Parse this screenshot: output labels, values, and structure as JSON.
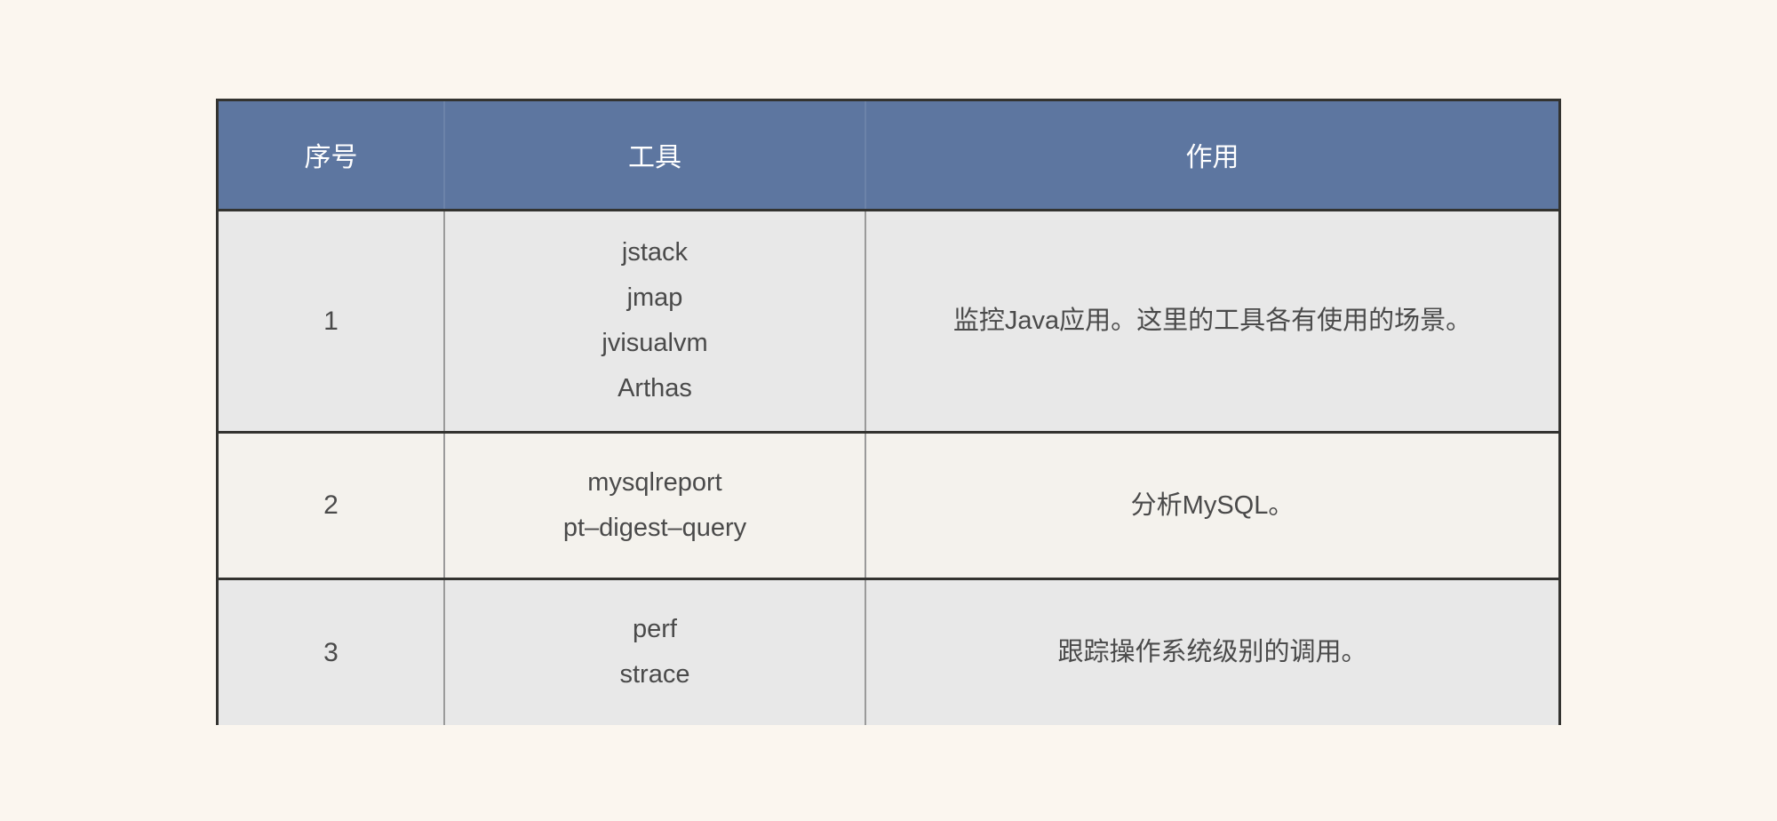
{
  "page": {
    "background_color": "#fbf6ef",
    "header_color": "#5d76a0",
    "header_text_color": "#ffffff",
    "body_text_color": "#4a4a4a",
    "row_shade_a": "#e8e8e8",
    "row_shade_b": "#f4f2ed",
    "border_color": "#333330",
    "inner_divider_color": "#9a9a9a"
  },
  "table": {
    "columns": [
      {
        "key": "index",
        "label": "序号"
      },
      {
        "key": "tool",
        "label": "工具"
      },
      {
        "key": "effect",
        "label": "作用"
      }
    ],
    "rows": [
      {
        "index": "1",
        "tools": [
          "jstack",
          "jmap",
          "jvisualvm",
          "Arthas"
        ],
        "effect": "监控Java应用。这里的工具各有使用的场景。"
      },
      {
        "index": "2",
        "tools": [
          "mysqlreport",
          "pt–digest–query"
        ],
        "effect": "分析MySQL。"
      },
      {
        "index": "3",
        "tools": [
          "perf",
          "strace"
        ],
        "effect": "跟踪操作系统级别的调用。"
      }
    ]
  }
}
